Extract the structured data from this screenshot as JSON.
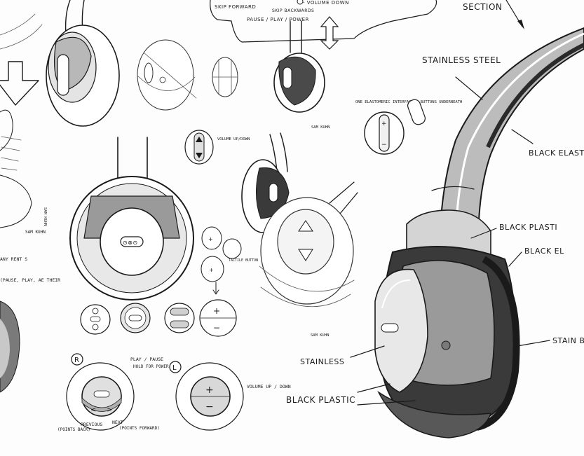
{
  "colors": {
    "ink": "#1a1a1a",
    "marker_dark": "#3a3a3a",
    "marker_mid": "#8a8a8a",
    "marker_light": "#c8c8c8",
    "paper": "#fdfdfd"
  },
  "callout_top": {
    "skip_forward": "SKIP FORWARD",
    "pause_play_power": "PAUSE / PLAY / POWER",
    "skip_backwards": "SKIP BACKWARDS",
    "volume_down": "- VOLUME DOWN"
  },
  "section_label": "SECTION",
  "main_callouts": {
    "stainless_steel": "STAINLESS STEEL",
    "black_elastomer": "BLACK ELASTOME",
    "black_plastic_1": "BLACK PLASTI",
    "black_elastomer_2": "BLACK EL",
    "stainless_band": "STAIN BAND",
    "stainless": "STAINLESS",
    "black_plastic_2": "BLACK PLASTIC"
  },
  "small_notes": {
    "elastomeric_interface": "ONE ELASTOMERIC INTERFACE 2 BUTTONS UNDERNEATH",
    "volume_up_down": "VOLUME UP/DOWN",
    "tactile_button": "TACTILE BUTTON",
    "signature_1": "SAM KUHN",
    "signature_2": "SAM KUHN",
    "signature_3": "SAM KUHN",
    "signature_4": "SAM KUHN",
    "left_note_1": "ANY RENT S",
    "left_note_2": "(PAUSE, PLAY, AE THEIR"
  },
  "right_control": {
    "side_letter": "R",
    "play_pause": "PLAY / PAUSE",
    "hold_for_power": "HOLD FOR POWER",
    "previous": "PREVIOUS",
    "points_back": "(POINTS BACK)",
    "next": "NEXT",
    "points_forward": "(POINTS FORWARD)"
  },
  "left_control": {
    "side_letter": "L",
    "volume_up_down": "VOLUME UP / DOWN"
  },
  "glyphs": {
    "plus": "+",
    "minus": "−",
    "prev": "<",
    "next": ">",
    "ooo": "⊙⊗⊙"
  }
}
